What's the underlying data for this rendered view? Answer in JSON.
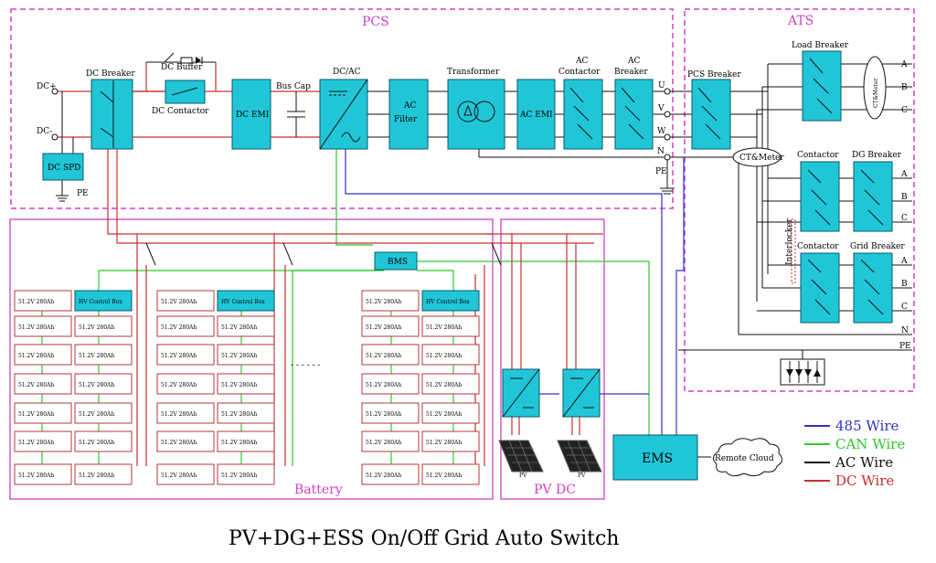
{
  "title": "PV+DG+ESS On/Off Grid Auto Switch",
  "sections": {
    "pcs": "PCS",
    "ats": "ATS",
    "battery": "Battery",
    "pv_dc": "PV DC"
  },
  "pcs": {
    "dc_plus": "DC+",
    "dc_minus": "DC-",
    "dc_spd": "DC SPD",
    "pe": "PE",
    "dc_breaker": "DC Breaker",
    "dc_buffer": "DC Buffer",
    "dc_contactor": "DC Contactor",
    "dc_emi": "DC EMI",
    "bus_cap": "Bus Cap",
    "dc_ac": "DC/AC",
    "ac_filter_1": "AC",
    "ac_filter_2": "Filter",
    "transformer": "Transformer",
    "ac_emi": "AC EMI",
    "ac_contactor_1": "AC",
    "ac_contactor_2": "Contactor",
    "ac_breaker_1": "AC",
    "ac_breaker_2": "Breaker",
    "pin_u": "U",
    "pin_v": "V",
    "pin_w": "W",
    "pin_n": "N",
    "pin_pe": "PE"
  },
  "ats": {
    "pcs_breaker": "PCS Breaker",
    "load_breaker": "Load Breaker",
    "ct_meter_1": "CT&Meter",
    "ct_meter_2": "CT&Meter",
    "contactor_1": "Contactor",
    "dg_breaker": "DG Breaker",
    "interlocker": "Interlocker",
    "contactor_2": "Contactor",
    "grid_breaker": "Grid Breaker",
    "load_pins": [
      "A",
      "B",
      "C"
    ],
    "dg_pins": [
      "A",
      "B",
      "C"
    ],
    "grid_pins": [
      "A",
      "B",
      "C"
    ],
    "n_pin": "N",
    "pe_pin": "PE"
  },
  "battery": {
    "bms": "BMS",
    "cell_label": "51.2V 280Ah",
    "control_box": "HV Control Box",
    "ellipsis": "- - - - - -"
  },
  "pv": {
    "panel_label": "PV"
  },
  "ems": "EMS",
  "remote_cloud": "Remote Cloud",
  "legend": [
    {
      "label": "485 Wire",
      "color": "#3030c8"
    },
    {
      "label": "CAN Wire",
      "color": "#2ec82e"
    },
    {
      "label": "AC Wire",
      "color": "#111111"
    },
    {
      "label": "DC Wire",
      "color": "#c83030"
    }
  ]
}
